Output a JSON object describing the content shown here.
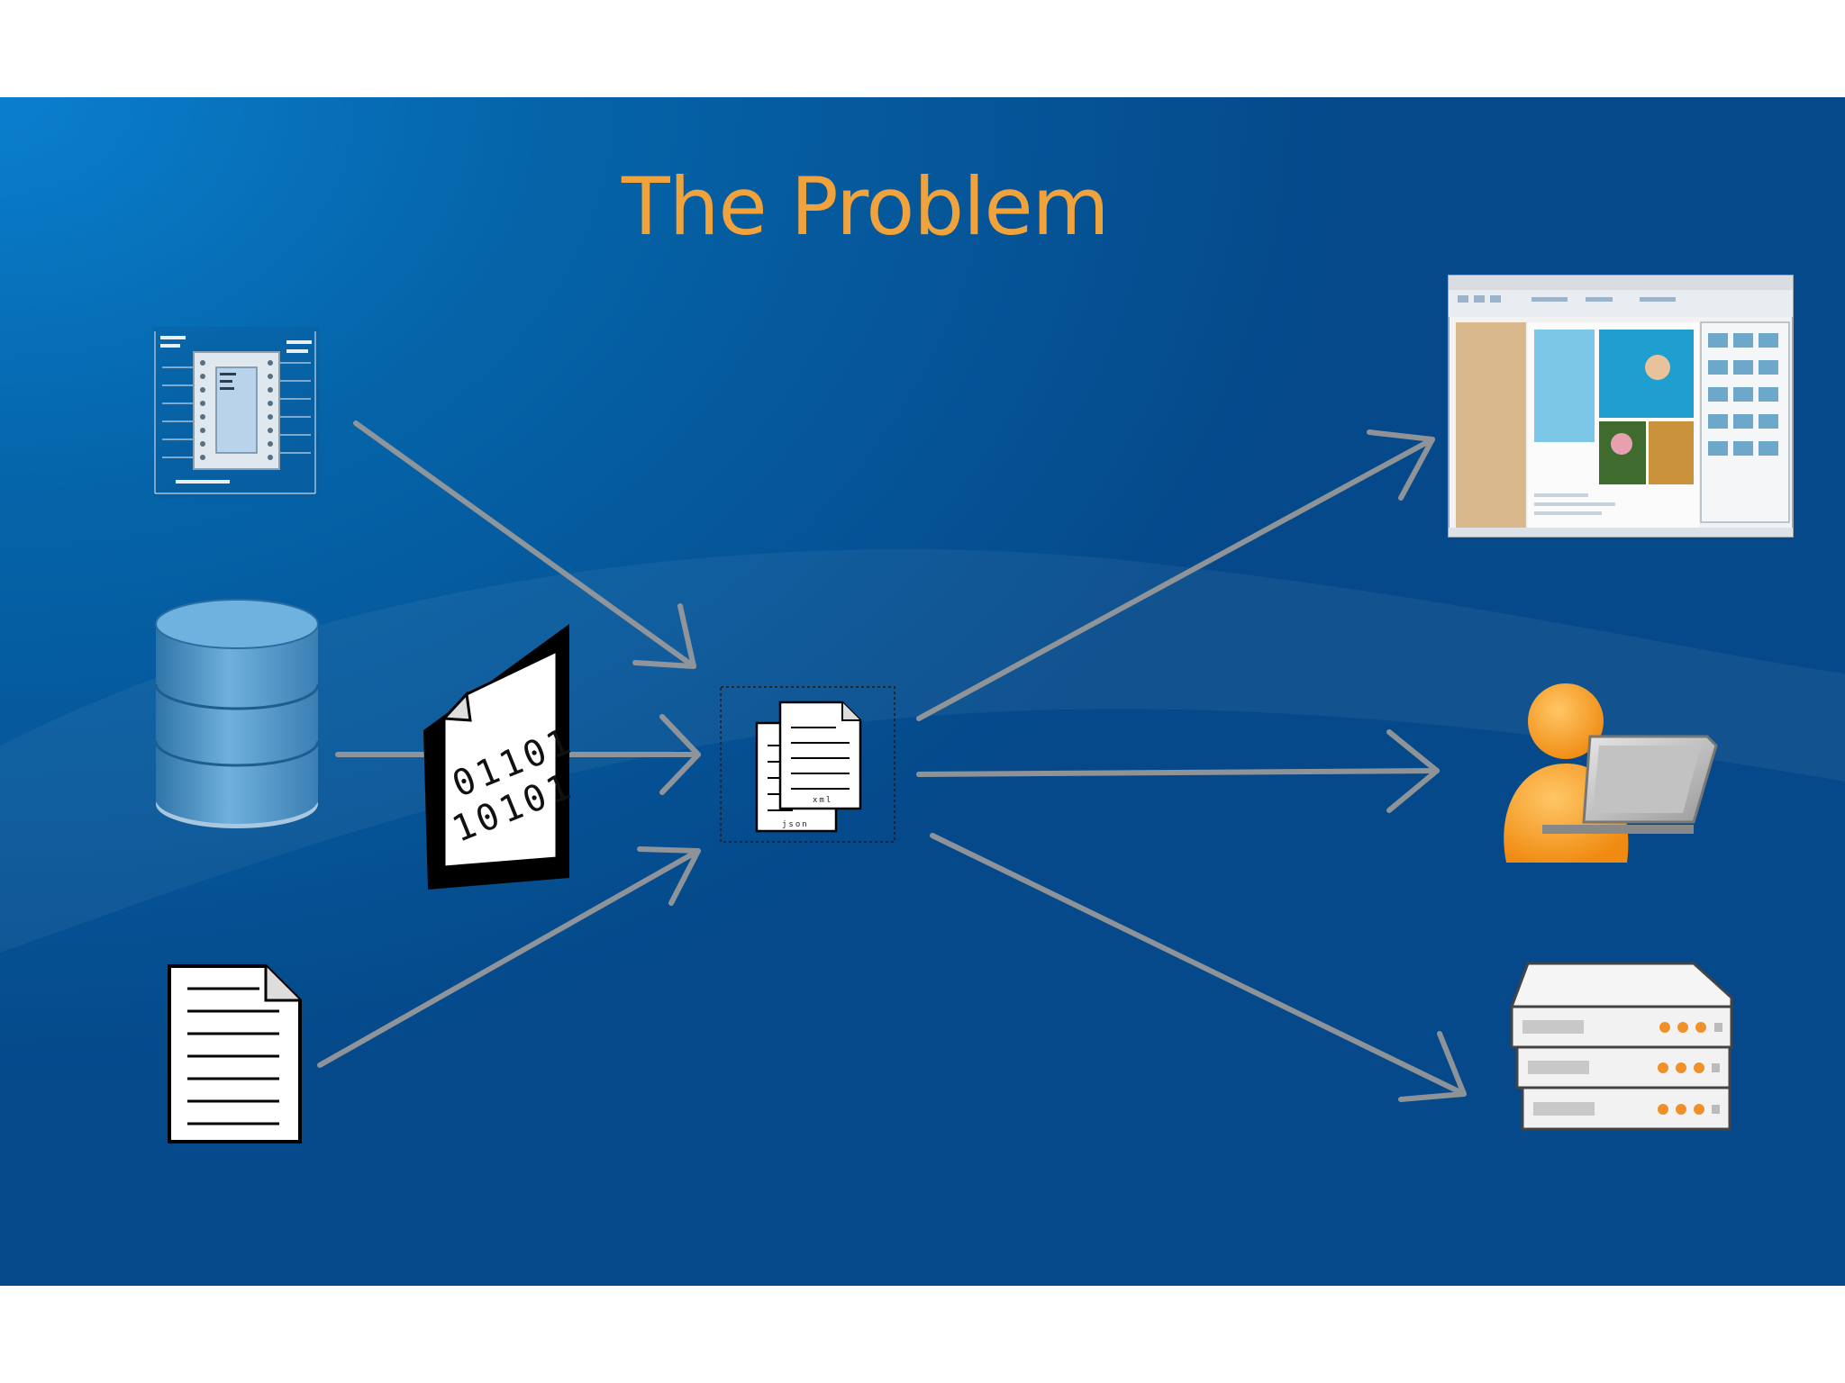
{
  "slide": {
    "title": "The Problem",
    "title_color": "#f0a33c",
    "background_colors": [
      "#0a7fce",
      "#05498a"
    ]
  },
  "sources": [
    {
      "icon": "wiring-diagram-icon"
    },
    {
      "icon": "database-icon"
    },
    {
      "icon": "binary-file-icon",
      "lines": [
        "01101",
        "10101"
      ]
    },
    {
      "icon": "text-document-icon"
    }
  ],
  "hub": {
    "icon": "data-documents-icon",
    "front_label": "xml",
    "back_label": "json"
  },
  "targets": [
    {
      "icon": "application-window-icon"
    },
    {
      "icon": "user-laptop-icon"
    },
    {
      "icon": "server-icon"
    }
  ]
}
